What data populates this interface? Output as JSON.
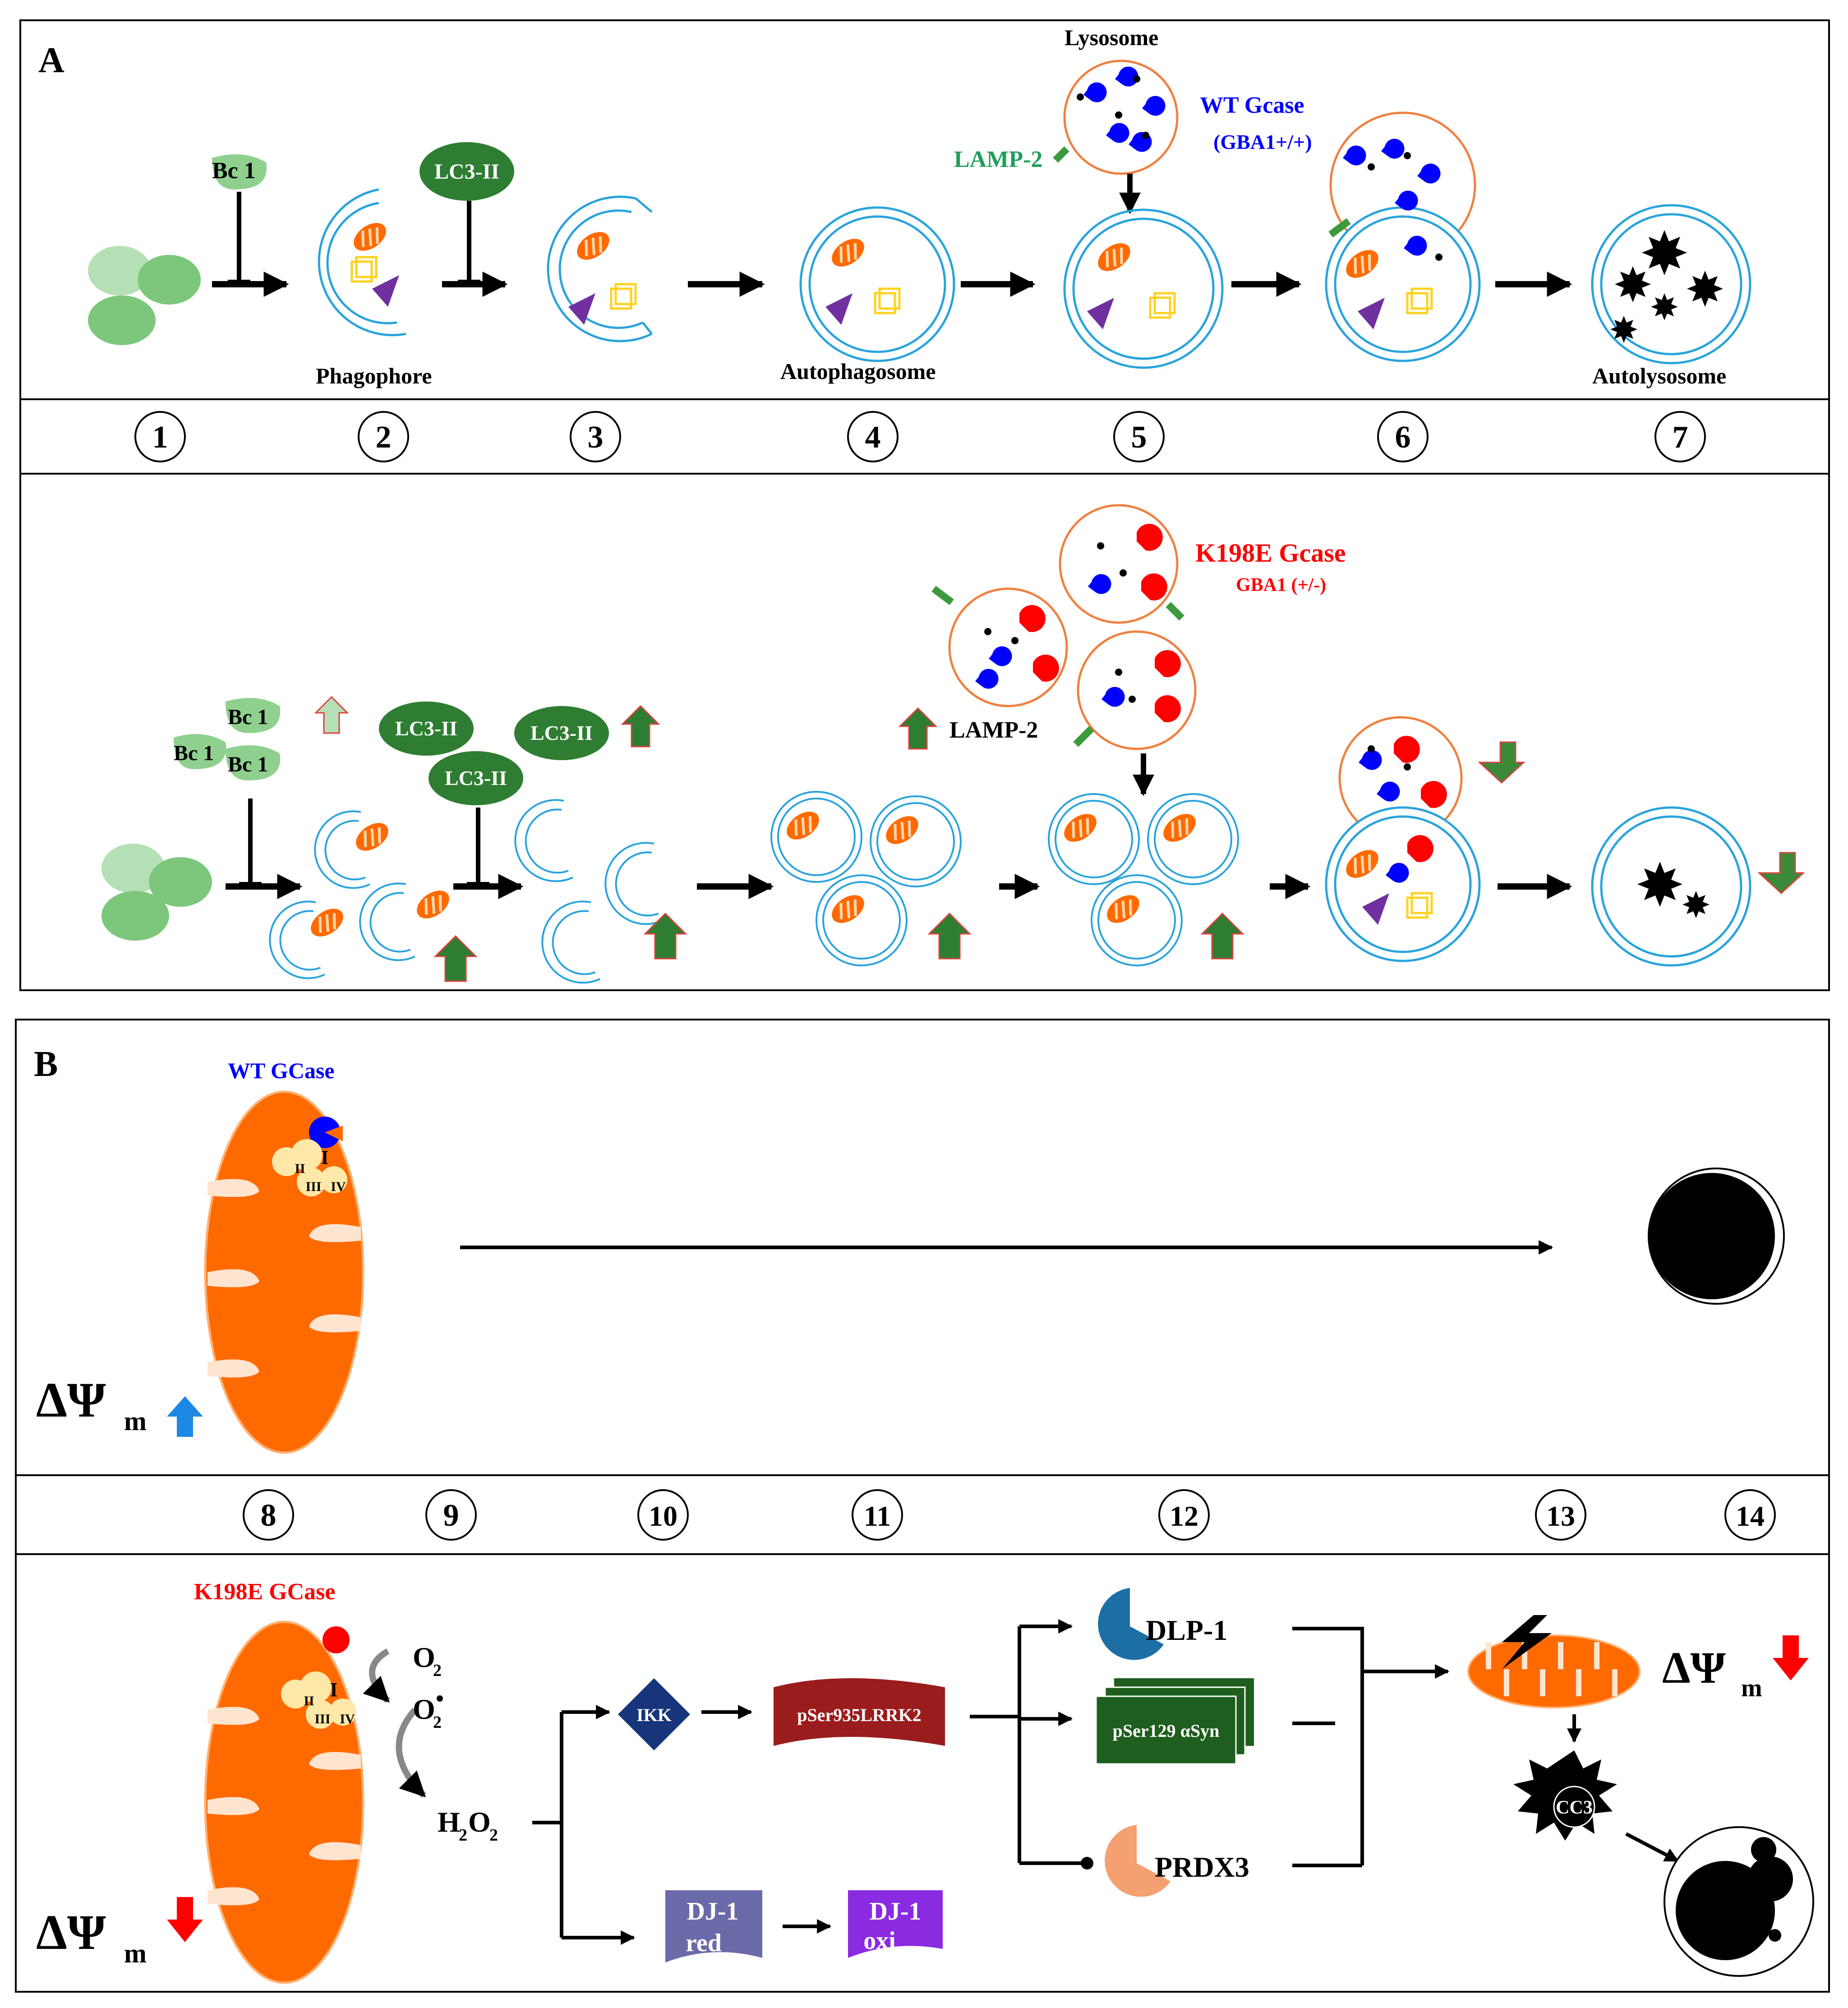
{
  "colors": {
    "green_light": "#8fd08f",
    "green_mid": "#6cc06c",
    "green_dark": "#2e7d32",
    "lc3": "#2e7d32",
    "membrane": "#29a3dc",
    "mito": "#ff6a00",
    "cargo_yellow": "#ffd21f",
    "cargo_purple": "#7030a0",
    "lamp": "#3c9a3c",
    "wt": "#0000ff",
    "mutant": "#ff0000",
    "lyso_border": "#f08040",
    "up_arrow_green": "#2e7d32",
    "down_arrow_green": "#3a8a3a",
    "dpsi_up": "#1e88e5",
    "dpsi_down": "#ff0000",
    "ikk": "#17357a",
    "lrrk2": "#9b1c1c",
    "asyn": "#1e5e1e",
    "dlp1": "#1b6fa5",
    "prdx3": "#f4a070",
    "dj1_red": "#6b6aa8",
    "dj1_oxi": "#8a2be2"
  },
  "panel_a": {
    "label": "A",
    "wt_row": {
      "bc1": "Bc 1",
      "lc3": "LC3-II",
      "phagophore": "Phagophore",
      "autophagosome": "Autophagosome",
      "lysosome": "Lysosome",
      "lamp2": "LAMP-2",
      "gcase": "WT Gcase",
      "genotype": "(GBA1+/+)",
      "autolysosome": "Autolysosome"
    },
    "steps": [
      "1",
      "2",
      "3",
      "4",
      "5",
      "6",
      "7"
    ],
    "mut_row": {
      "bc1_a": "Bc 1",
      "bc1_b": "Bc 1",
      "bc1_c": "Bc 1",
      "lc3_a": "LC3-II",
      "lc3_b": "LC3-II",
      "lc3_c": "LC3-II",
      "lamp2": "LAMP-2",
      "gcase": "K198E Gcase",
      "genotype": "GBA1 (+/-)"
    }
  },
  "panel_b": {
    "label": "B",
    "wt_row": {
      "gcase": "WT GCase",
      "complexes": [
        "I",
        "II",
        "III",
        "IV"
      ],
      "dpsi": "ΔΨ",
      "dpsi_sub": "m"
    },
    "steps": [
      "8",
      "9",
      "10",
      "11",
      "12",
      "13",
      "14"
    ],
    "mut_row": {
      "gcase": "K198E GCase",
      "complexes": [
        "I",
        "II",
        "III",
        "IV"
      ],
      "o2": "O",
      "o2_sub": "2",
      "superoxide": "O",
      "superoxide_sub": "2",
      "h2o2_h": "H",
      "h2o2_sub1": "2",
      "h2o2_o": "O",
      "h2o2_sub2": "2",
      "ikk": "IKK",
      "lrrk2": "pSer935LRRK2",
      "dlp1": "DLP-1",
      "asyn": "pSer129 αSyn",
      "prdx3": "PRDX3",
      "dj1_red_1": "DJ-1",
      "dj1_red_2": "red",
      "dj1_oxi_1": "DJ-1",
      "dj1_oxi_2": "oxi",
      "cc3": "CC3",
      "dpsi": "ΔΨ",
      "dpsi_sub": "m"
    }
  }
}
